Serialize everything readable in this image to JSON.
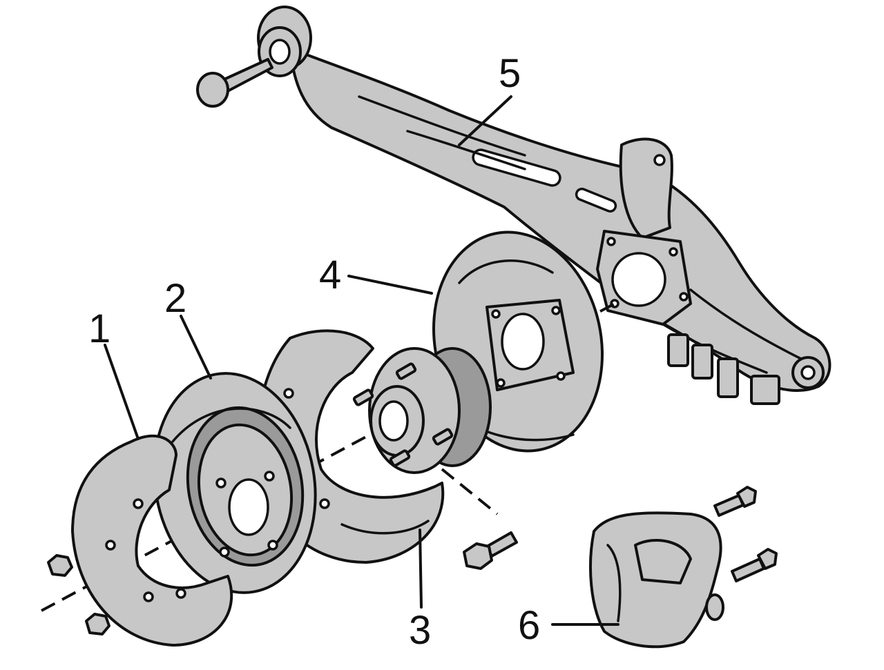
{
  "callouts": {
    "c1": "1",
    "c2": "2",
    "c3": "3",
    "c4": "4",
    "c5": "5",
    "c6": "6"
  },
  "colors": {
    "part_fill": "#c7c7c7",
    "outline": "#111111",
    "background": "#ffffff"
  }
}
